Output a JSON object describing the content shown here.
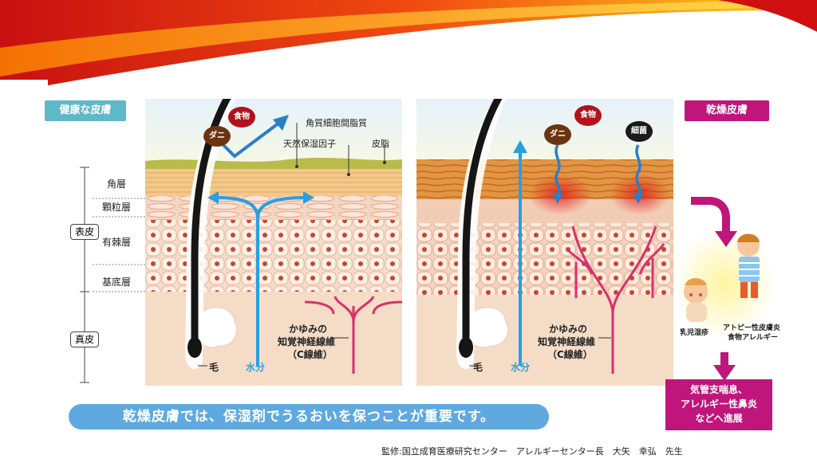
{
  "labels": {
    "healthy": "健康な皮膚",
    "dry": "乾燥皮膚",
    "epidermis": "表皮",
    "dermis": "真皮",
    "layers": [
      "角層",
      "顆粒層",
      "有棘層",
      "基底層"
    ],
    "lipid": "角質細胞間脂質",
    "nmf": "天然保湿因子",
    "sebum": "皮脂",
    "food": "食物",
    "mite": "ダニ",
    "bacteria": "細菌",
    "nerve_line1": "かゆみの",
    "nerve_line2": "知覚神経線維",
    "nerve_line3": "（C線維）",
    "hair": "毛",
    "water": "水分",
    "infant_eczema": "乳児湿疹",
    "atopy_line1": "アトピー性皮膚炎",
    "atopy_line2": "食物アレルギー",
    "progression_line1": "気管支喘息、",
    "progression_line2": "アレルギー性鼻炎",
    "progression_line3": "などへ進展",
    "bottom_message": "乾燥皮膚では、保湿剤でうるおいを保つことが重要です。",
    "credit": "監修:国立成育医療研究センター　アレルギーセンター長　大矢　幸弘　先生"
  },
  "colors": {
    "tag_blue": "#5fb8c8",
    "tag_magenta": "#c0157a",
    "water_blue": "#2a9fe0",
    "nerve_pink": "#d9306b",
    "food_red": "#b1121e",
    "mite_brown": "#6b3410"
  }
}
